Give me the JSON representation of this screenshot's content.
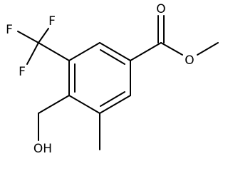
{
  "atoms": {
    "f_top": "F",
    "f_left": "F",
    "f_lower": "F",
    "o_carbonyl": "O",
    "o_ester": "O",
    "oh": "OH"
  },
  "colors": {
    "bond": "#000000",
    "label": "#000000",
    "background": "#ffffff"
  }
}
